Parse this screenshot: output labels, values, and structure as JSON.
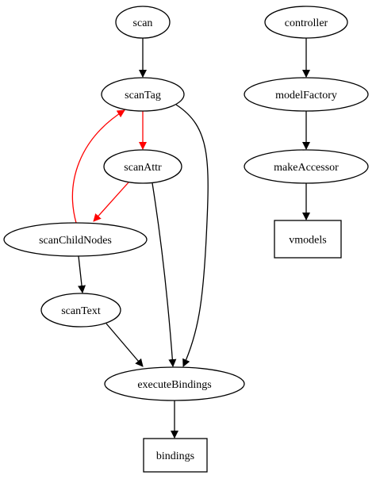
{
  "diagram": {
    "type": "directed-graph",
    "nodes": [
      {
        "id": "scan",
        "label": "scan",
        "shape": "ellipse"
      },
      {
        "id": "scanTag",
        "label": "scanTag",
        "shape": "ellipse"
      },
      {
        "id": "scanAttr",
        "label": "scanAttr",
        "shape": "ellipse"
      },
      {
        "id": "scanChildNodes",
        "label": "scanChildNodes",
        "shape": "ellipse"
      },
      {
        "id": "scanText",
        "label": "scanText",
        "shape": "ellipse"
      },
      {
        "id": "executeBindings",
        "label": "executeBindings",
        "shape": "ellipse"
      },
      {
        "id": "bindings",
        "label": "bindings",
        "shape": "box"
      },
      {
        "id": "controller",
        "label": "controller",
        "shape": "ellipse"
      },
      {
        "id": "modelFactory",
        "label": "modelFactory",
        "shape": "ellipse"
      },
      {
        "id": "makeAccessor",
        "label": "makeAccessor",
        "shape": "ellipse"
      },
      {
        "id": "vmodels",
        "label": "vmodels",
        "shape": "box"
      }
    ],
    "edges": [
      {
        "from": "scan",
        "to": "scanTag",
        "color": "#000000"
      },
      {
        "from": "scanTag",
        "to": "scanAttr",
        "color": "#ff0000"
      },
      {
        "from": "scanTag",
        "to": "executeBindings",
        "color": "#000000"
      },
      {
        "from": "scanAttr",
        "to": "scanChildNodes",
        "color": "#ff0000"
      },
      {
        "from": "scanAttr",
        "to": "executeBindings",
        "color": "#000000"
      },
      {
        "from": "scanChildNodes",
        "to": "scanTag",
        "color": "#ff0000"
      },
      {
        "from": "scanChildNodes",
        "to": "scanText",
        "color": "#000000"
      },
      {
        "from": "scanText",
        "to": "executeBindings",
        "color": "#000000"
      },
      {
        "from": "executeBindings",
        "to": "bindings",
        "color": "#000000"
      },
      {
        "from": "controller",
        "to": "modelFactory",
        "color": "#000000"
      },
      {
        "from": "modelFactory",
        "to": "makeAccessor",
        "color": "#000000"
      },
      {
        "from": "makeAccessor",
        "to": "vmodels",
        "color": "#000000"
      }
    ]
  }
}
